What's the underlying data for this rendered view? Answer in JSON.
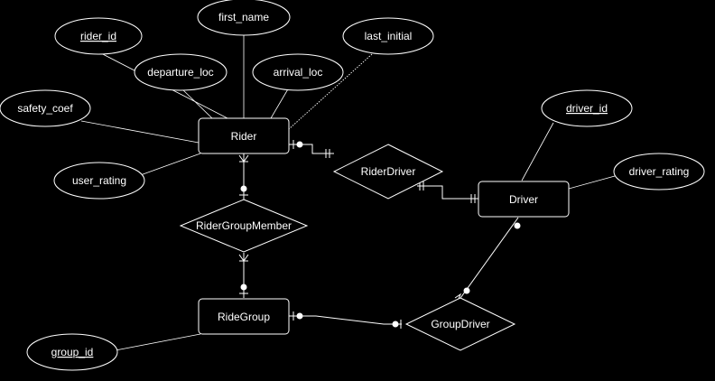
{
  "entities": {
    "rider": "Rider",
    "driver": "Driver",
    "ride_group": "RideGroup"
  },
  "relationships": {
    "rider_driver": "RiderDriver",
    "rider_group_member": "RiderGroupMember",
    "group_driver": "GroupDriver"
  },
  "attributes": {
    "rider_id": "rider_id",
    "first_name": "first_name",
    "departure_loc": "departure_loc",
    "arrival_loc": "arrival_loc",
    "last_initial": "last_initial",
    "safety_coef": "safety_coef",
    "user_rating": "user_rating",
    "driver_id": "driver_id",
    "driver_rating": "driver_rating",
    "group_id": "group_id"
  },
  "colors": {
    "background": "#000000",
    "stroke": "#ffffff",
    "text": "#ffffff"
  }
}
